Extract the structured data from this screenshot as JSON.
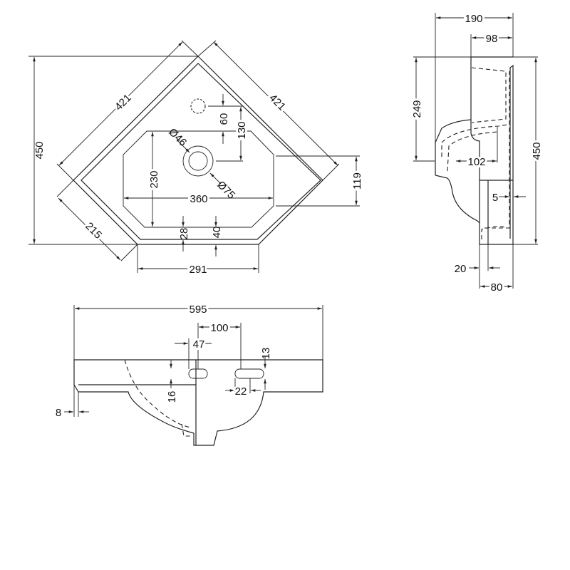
{
  "drawing": {
    "top_view": {
      "d421_left": "421",
      "d421_right": "421",
      "d450": "450",
      "d215": "215",
      "d291": "291",
      "d360": "360",
      "d230": "230",
      "d119": "119",
      "d60": "60",
      "d130": "130",
      "d28": "28",
      "d40": "40",
      "dia46": "Ø46",
      "dia75": "Ø75"
    },
    "side_view": {
      "d190": "190",
      "d98": "98",
      "d249": "249",
      "d450": "450",
      "d102": "102",
      "d5": "5",
      "d20": "20",
      "d80": "80"
    },
    "front_view": {
      "d595": "595",
      "d100": "100",
      "d47": "47",
      "d13": "13",
      "d16": "16",
      "d22": "22",
      "d8": "8"
    }
  }
}
